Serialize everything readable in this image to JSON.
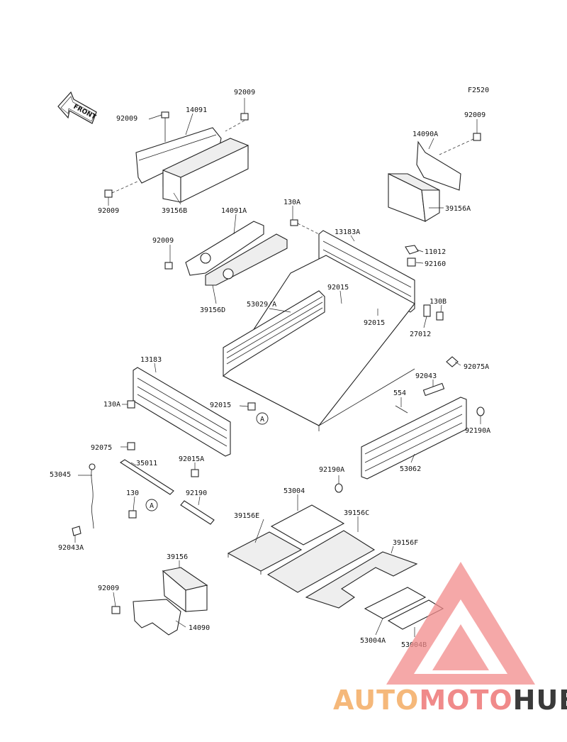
{
  "figure_code": "F2520",
  "front_arrow_label": "FRONT",
  "callouts": {
    "c_92009_top": "92009",
    "c_92009_left": "92009",
    "c_14091": "14091",
    "c_92009_right": "92009",
    "c_14090A": "14090A",
    "c_92009_low": "92009",
    "c_39156B": "39156B",
    "c_39156A": "39156A",
    "c_14091A": "14091A",
    "c_130A_top": "130A",
    "c_13183A": "13183A",
    "c_92009_mid": "92009",
    "c_11012": "11012",
    "c_92160": "92160",
    "c_39156D": "39156D",
    "c_53029A": "53029/A",
    "c_92015_a": "92015",
    "c_92015_b": "92015",
    "c_130B": "130B",
    "c_27012": "27012",
    "c_13183": "13183",
    "c_92043": "92043",
    "c_92075A": "92075A",
    "c_130A_left": "130A",
    "c_92015_c": "92015",
    "c_554": "554",
    "c_92190A_r": "92190A",
    "c_92075": "92075",
    "c_53045": "53045",
    "c_35011": "35011",
    "c_92015A": "92015A",
    "c_92190A_l": "92190A",
    "c_53062": "53062",
    "c_130": "130",
    "c_92190": "92190",
    "c_53004": "53004",
    "c_39156E": "39156E",
    "c_39156C": "39156C",
    "c_92043A": "92043A",
    "c_39156F": "39156F",
    "c_39156": "39156",
    "c_92009_bot": "92009",
    "c_14090": "14090",
    "c_53004A": "53004A",
    "c_53004B": "53004B"
  },
  "ref_marker": "A",
  "watermark": {
    "part1": "AUTO",
    "part2": "MOTO",
    "part3": "HUB",
    "color1": "#f5b87a",
    "color2": "#f08a8a",
    "color3": "#3a3a3a",
    "triangle_color": "#f28b8b"
  }
}
